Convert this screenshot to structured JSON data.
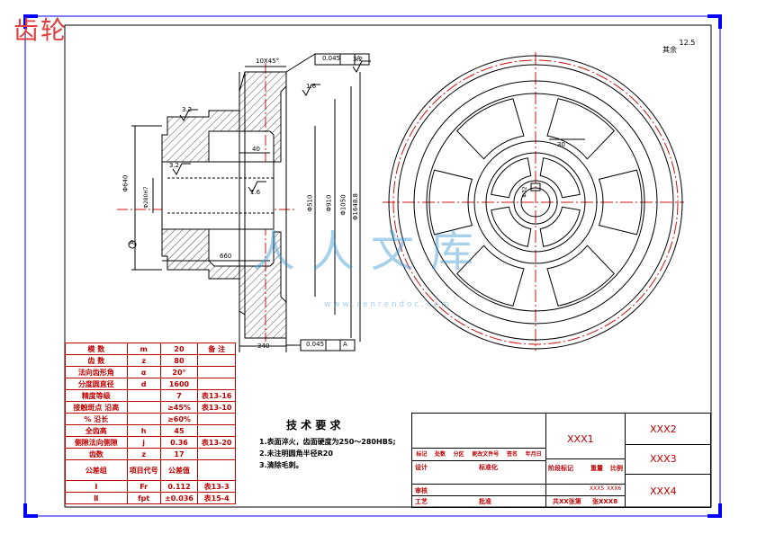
{
  "title_overlay": "齿轮",
  "watermark": {
    "brand": "人人文库",
    "url": "w w w . r e n r e n d o c . c o m"
  },
  "roughness": {
    "general": "12.5",
    "general_label": "其余",
    "a": "3.2",
    "b": "1.6",
    "c": "3.2",
    "d": "3.2",
    "e": "1.6"
  },
  "dims": {
    "chamfer": "10X45°",
    "tol_top": "0.045",
    "tol_bottom": "0.045",
    "datum": "A",
    "d640": "Φ640",
    "d280": "Φ280H7",
    "d510": "Φ510",
    "d910": "Φ910",
    "d1050": "Φ1050",
    "d1648": "Φ1648.8",
    "w40": "40",
    "len660": "660",
    "w340": "340",
    "key30": "30",
    "hub": "Φ32"
  },
  "params": {
    "header": [
      "模 数",
      "m",
      "20"
    ],
    "rows": [
      [
        "齿 数",
        "z",
        "80"
      ],
      [
        "法向齿形角",
        "α",
        "20°"
      ],
      [
        "分度圆直径",
        "d",
        "1600"
      ],
      [
        "精度等级",
        "",
        "7"
      ],
      [
        "接触斑点 沿高",
        "",
        "≥45%"
      ],
      [
        "% 沿长",
        "",
        "≥60%"
      ],
      [
        "全齿高",
        "h",
        "45"
      ],
      [
        "侧隙法向侧隙",
        "j",
        "0.36"
      ],
      [
        "齿数",
        "z",
        "17"
      ]
    ],
    "notes_head": "备 注",
    "remarks": [
      "表13-16",
      "表13-10",
      "表13-20"
    ],
    "group_header": [
      "公差组",
      "项目代号",
      "公差值"
    ],
    "groups": [
      [
        "Ⅰ",
        "Fr",
        "0.112",
        "表13-3"
      ],
      [
        "Ⅱ",
        "fpt",
        "±0.036",
        "表15-4"
      ]
    ]
  },
  "requirements": {
    "title": "技 术 要 求",
    "items": [
      "1.表面淬火，齿面硬度为250～280HBS;",
      "2.未注明圆角半径R20",
      "3.清除毛刺。"
    ]
  },
  "titleblock": {
    "name": "XXX1",
    "material": "XXX2",
    "org": "XXX3",
    "code": "XXX4",
    "row_labels": [
      "标记",
      "处数",
      "分区",
      "更改文件号",
      "签名",
      "年月日"
    ],
    "design": "设计",
    "standard": "标准化",
    "checker": "审核",
    "process": "工艺",
    "approve": "批准",
    "stage": "阶段标记",
    "weight": "重量",
    "scale": "比例",
    "w1": "XXX5",
    "w2": "XXX6",
    "sheets": "共XX张第",
    "sheet_of": "张XXX8"
  }
}
